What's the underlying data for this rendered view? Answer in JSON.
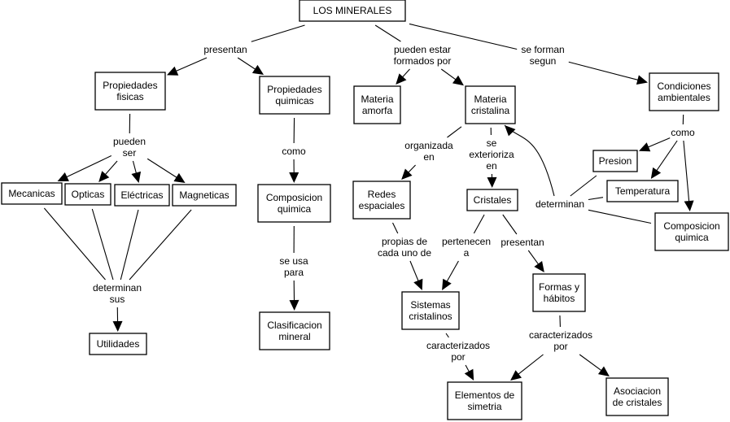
{
  "title": "LOS MINERALES",
  "nodes": [
    {
      "id": "minerales",
      "lines": [
        "LOS MINERALES"
      ]
    },
    {
      "id": "prop-fisicas",
      "lines": [
        "Propiedades",
        "fisicas"
      ]
    },
    {
      "id": "prop-quimicas",
      "lines": [
        "Propiedades",
        "quimicas"
      ]
    },
    {
      "id": "materia-amorfa",
      "lines": [
        "Materia",
        "amorfa"
      ]
    },
    {
      "id": "materia-cristalina",
      "lines": [
        "Materia",
        "cristalina"
      ]
    },
    {
      "id": "condiciones",
      "lines": [
        "Condiciones",
        "ambientales"
      ]
    },
    {
      "id": "mecanicas",
      "lines": [
        "Mecanicas"
      ]
    },
    {
      "id": "opticas",
      "lines": [
        "Opticas"
      ]
    },
    {
      "id": "electricas",
      "lines": [
        "Eléctricas"
      ]
    },
    {
      "id": "magneticas",
      "lines": [
        "Magneticas"
      ]
    },
    {
      "id": "composicion-1",
      "lines": [
        "Composicion",
        "quimica"
      ]
    },
    {
      "id": "redes",
      "lines": [
        "Redes",
        "espaciales"
      ]
    },
    {
      "id": "cristales",
      "lines": [
        "Cristales"
      ]
    },
    {
      "id": "presion",
      "lines": [
        "Presion"
      ]
    },
    {
      "id": "temperatura",
      "lines": [
        "Temperatura"
      ]
    },
    {
      "id": "composicion-2",
      "lines": [
        "Composicion",
        "quimica"
      ]
    },
    {
      "id": "utilidades",
      "lines": [
        "Utilidades"
      ]
    },
    {
      "id": "clasificacion",
      "lines": [
        "Clasificacion",
        "mineral"
      ]
    },
    {
      "id": "sistemas",
      "lines": [
        "Sistemas",
        "cristalinos"
      ]
    },
    {
      "id": "formas",
      "lines": [
        "Formas y",
        "hábitos"
      ]
    },
    {
      "id": "elementos",
      "lines": [
        "Elementos de",
        "simetria"
      ]
    },
    {
      "id": "asociacion",
      "lines": [
        "Asociacion",
        "de cristales"
      ]
    }
  ],
  "links": [
    {
      "id": "l-presentan-1",
      "lines": [
        "presentan"
      ]
    },
    {
      "id": "l-pueden-estar",
      "lines": [
        "pueden estar",
        "formados por"
      ]
    },
    {
      "id": "l-se-forman",
      "lines": [
        "se forman",
        "segun"
      ]
    },
    {
      "id": "l-pueden-ser",
      "lines": [
        "pueden",
        "ser"
      ]
    },
    {
      "id": "l-como-1",
      "lines": [
        "como"
      ]
    },
    {
      "id": "l-organizada",
      "lines": [
        "organizada",
        "en"
      ]
    },
    {
      "id": "l-exterioriza",
      "lines": [
        "se",
        "exterioriza",
        "en"
      ]
    },
    {
      "id": "l-como-2",
      "lines": [
        "como"
      ]
    },
    {
      "id": "l-determinan-1",
      "lines": [
        "determinan"
      ]
    },
    {
      "id": "l-determinan-sus",
      "lines": [
        "determinan",
        "sus"
      ]
    },
    {
      "id": "l-se-usa",
      "lines": [
        "se usa",
        "para"
      ]
    },
    {
      "id": "l-propias",
      "lines": [
        "propias de",
        "cada uno de"
      ]
    },
    {
      "id": "l-pertenecen",
      "lines": [
        "pertenecen",
        "a"
      ]
    },
    {
      "id": "l-presentan-2",
      "lines": [
        "presentan"
      ]
    },
    {
      "id": "l-caracterizados-1",
      "lines": [
        "caracterizados",
        "por"
      ]
    },
    {
      "id": "l-caracterizados-2",
      "lines": [
        "caracterizados",
        "por"
      ]
    }
  ],
  "connections": [
    {
      "from": "minerales",
      "to": "l-presentan-1"
    },
    {
      "from": "l-presentan-1",
      "to": "prop-fisicas"
    },
    {
      "from": "l-presentan-1",
      "to": "prop-quimicas"
    },
    {
      "from": "minerales",
      "to": "l-pueden-estar"
    },
    {
      "from": "l-pueden-estar",
      "to": "materia-amorfa"
    },
    {
      "from": "l-pueden-estar",
      "to": "materia-cristalina"
    },
    {
      "from": "minerales",
      "to": "l-se-forman"
    },
    {
      "from": "l-se-forman",
      "to": "condiciones"
    },
    {
      "from": "prop-fisicas",
      "to": "l-pueden-ser"
    },
    {
      "from": "l-pueden-ser",
      "to": "mecanicas"
    },
    {
      "from": "l-pueden-ser",
      "to": "opticas"
    },
    {
      "from": "l-pueden-ser",
      "to": "electricas"
    },
    {
      "from": "l-pueden-ser",
      "to": "magneticas"
    },
    {
      "from": "mecanicas",
      "to": "l-determinan-sus"
    },
    {
      "from": "opticas",
      "to": "l-determinan-sus"
    },
    {
      "from": "electricas",
      "to": "l-determinan-sus"
    },
    {
      "from": "magneticas",
      "to": "l-determinan-sus"
    },
    {
      "from": "l-determinan-sus",
      "to": "utilidades"
    },
    {
      "from": "prop-quimicas",
      "to": "l-como-1"
    },
    {
      "from": "l-como-1",
      "to": "composicion-1"
    },
    {
      "from": "composicion-1",
      "to": "l-se-usa"
    },
    {
      "from": "l-se-usa",
      "to": "clasificacion"
    },
    {
      "from": "materia-cristalina",
      "to": "l-organizada"
    },
    {
      "from": "l-organizada",
      "to": "redes"
    },
    {
      "from": "materia-cristalina",
      "to": "l-exterioriza"
    },
    {
      "from": "l-exterioriza",
      "to": "cristales"
    },
    {
      "from": "condiciones",
      "to": "l-como-2"
    },
    {
      "from": "l-como-2",
      "to": "presion"
    },
    {
      "from": "l-como-2",
      "to": "temperatura"
    },
    {
      "from": "l-como-2",
      "to": "composicion-2"
    },
    {
      "from": "presion",
      "to": "l-determinan-1"
    },
    {
      "from": "temperatura",
      "to": "l-determinan-1"
    },
    {
      "from": "composicion-2",
      "to": "l-determinan-1"
    },
    {
      "from": "l-determinan-1",
      "to": "materia-cristalina",
      "curved": true
    },
    {
      "from": "redes",
      "to": "l-propias"
    },
    {
      "from": "l-propias",
      "to": "sistemas"
    },
    {
      "from": "cristales",
      "to": "l-pertenecen"
    },
    {
      "from": "l-pertenecen",
      "to": "sistemas"
    },
    {
      "from": "cristales",
      "to": "l-presentan-2"
    },
    {
      "from": "l-presentan-2",
      "to": "formas"
    },
    {
      "from": "sistemas",
      "to": "l-caracterizados-1"
    },
    {
      "from": "l-caracterizados-1",
      "to": "elementos"
    },
    {
      "from": "formas",
      "to": "l-caracterizados-2"
    },
    {
      "from": "l-caracterizados-2",
      "to": "elementos"
    },
    {
      "from": "l-caracterizados-2",
      "to": "asociacion"
    }
  ]
}
